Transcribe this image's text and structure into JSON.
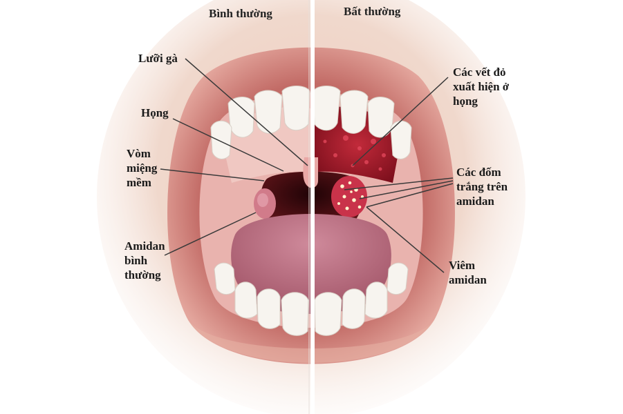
{
  "headers": {
    "normal": "Bình thường",
    "abnormal": "Bất thường"
  },
  "labels": {
    "uvula": "Lưỡi gà",
    "throat": "Họng",
    "soft_palate": [
      "Vòm",
      "miệng",
      "mềm"
    ],
    "normal_tonsil": [
      "Amidan",
      "bình",
      "thường"
    ],
    "red_spots": [
      "Các vết đỏ",
      "xuất hiện ở",
      "họng"
    ],
    "white_spots": [
      "Các đốm",
      "trắng trên",
      "amidan"
    ],
    "tonsillitis": [
      "Viêm",
      "amidan"
    ]
  },
  "colors": {
    "lip": "#d98a82",
    "gum": "#e7a3a0",
    "teeth": "#f7f4ef",
    "throat_dark": "#4a0d12",
    "tongue": "#b86a7c",
    "inflamed": "#9e1828",
    "leader_line": "#3a3a3a"
  }
}
